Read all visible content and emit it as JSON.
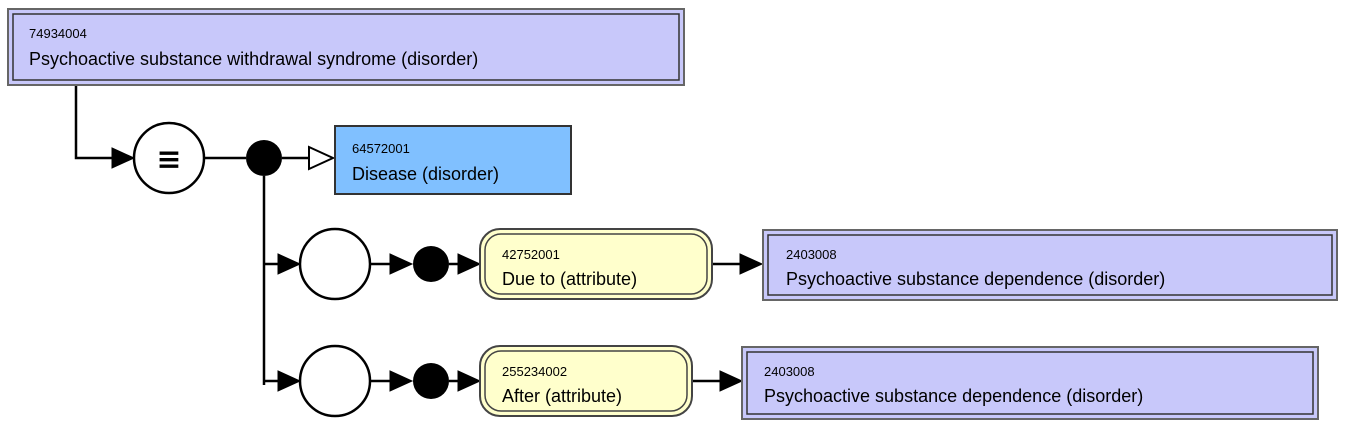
{
  "colors": {
    "defined_concept_fill": "#c8c8fa",
    "primitive_concept_fill": "#80c0ff",
    "attribute_fill": "#ffffcc",
    "border": "#333333",
    "line": "#000000"
  },
  "focus_concept": {
    "id": "74934004",
    "label": "Psychoactive substance withdrawal syndrome (disorder)"
  },
  "definition_status_symbol": "≡",
  "parent_concept": {
    "id": "64572001",
    "label": "Disease (disorder)"
  },
  "relationship_groups": [
    {
      "attribute": {
        "id": "42752001",
        "label": "Due to (attribute)"
      },
      "value": {
        "id": "2403008",
        "label": "Psychoactive substance dependence (disorder)"
      }
    },
    {
      "attribute": {
        "id": "255234002",
        "label": "After (attribute)"
      },
      "value": {
        "id": "2403008",
        "label": "Psychoactive substance dependence (disorder)"
      }
    }
  ]
}
